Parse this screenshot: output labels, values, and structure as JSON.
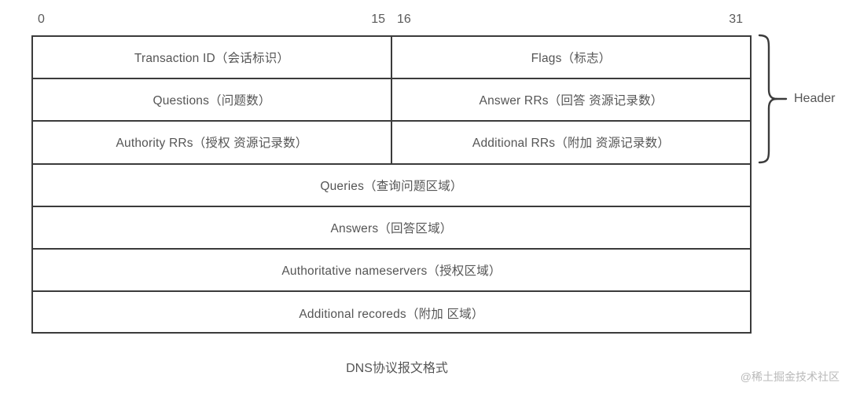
{
  "ruler": {
    "ticks": [
      {
        "name": "bit-0",
        "label": "0"
      },
      {
        "name": "bit-15",
        "label": "15"
      },
      {
        "name": "bit-16",
        "label": "16"
      },
      {
        "name": "bit-31",
        "label": "31"
      }
    ]
  },
  "packet": {
    "rows": [
      {
        "split": true,
        "left": "Transaction ID（会话标识）",
        "right": "Flags（标志）"
      },
      {
        "split": true,
        "left": "Questions（问题数）",
        "right": "Answer RRs（回答 资源记录数）"
      },
      {
        "split": true,
        "left": "Authority RRs（授权 资源记录数）",
        "right": "Additional RRs（附加 资源记录数）"
      },
      {
        "split": false,
        "full": "Queries（查询问题区域）"
      },
      {
        "split": false,
        "full": "Answers（回答区域）"
      },
      {
        "split": false,
        "full": "Authoritative nameservers（授权区域）"
      },
      {
        "split": false,
        "full": "Additional recoreds（附加 区域）"
      }
    ]
  },
  "annotation": {
    "brace_icon": "curly-brace-right-icon",
    "header_label": "Header"
  },
  "caption": "DNS协议报文格式",
  "watermark": "@稀土掘金技术社区",
  "colors": {
    "border": "#3b3b3b",
    "text": "#555555",
    "ruler_text": "#5a5a5a",
    "background": "#ffffff",
    "watermark": "#b9b9b9"
  }
}
